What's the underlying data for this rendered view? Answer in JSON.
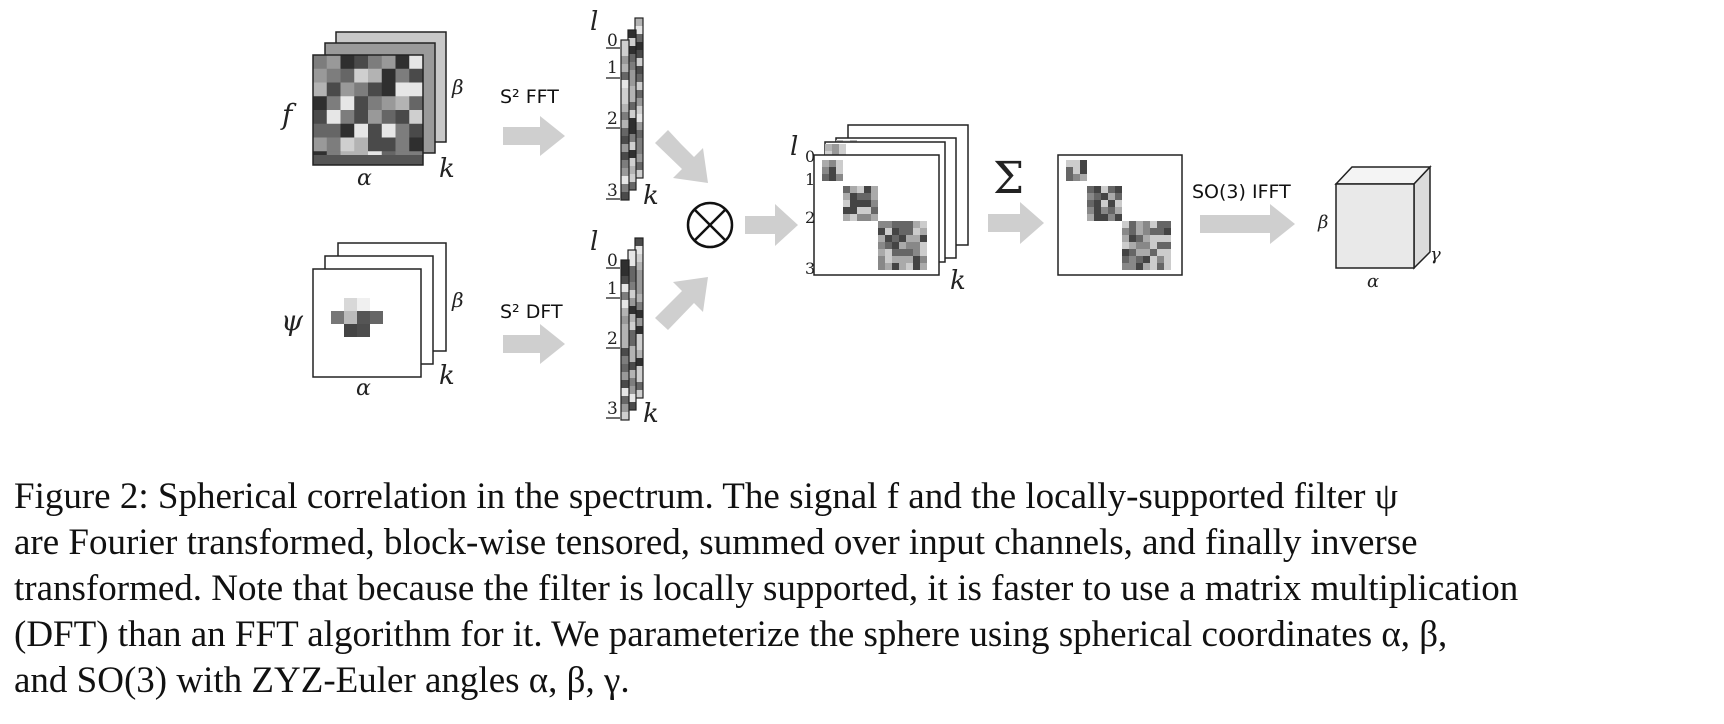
{
  "figure": {
    "op_labels": {
      "s2_fft": "S² FFT",
      "s2_dft": "S² DFT",
      "so3_ifft": "SO(3) IFFT",
      "sum_symbol": "Σ",
      "tensor_symbol": "⊗"
    },
    "axis_labels": {
      "f": "f",
      "psi": "ψ",
      "alpha": "α",
      "beta": "β",
      "gamma": "γ",
      "k": "k",
      "l": "l"
    },
    "degree_ticks": [
      "0",
      "1",
      "2",
      "3"
    ]
  },
  "caption": {
    "lines": [
      "Figure 2: Spherical correlation in the spectrum. The signal f and the locally-supported filter ψ",
      "are Fourier transformed, block-wise tensored, summed over input channels, and finally inverse",
      "transformed. Note that because the filter is locally supported, it is faster to use a matrix multiplication",
      "(DFT) than an FFT algorithm for it. We parameterize the sphere using spherical coordinates α, β,",
      "and SO(3) with ZYZ-Euler angles α, β, γ."
    ]
  }
}
